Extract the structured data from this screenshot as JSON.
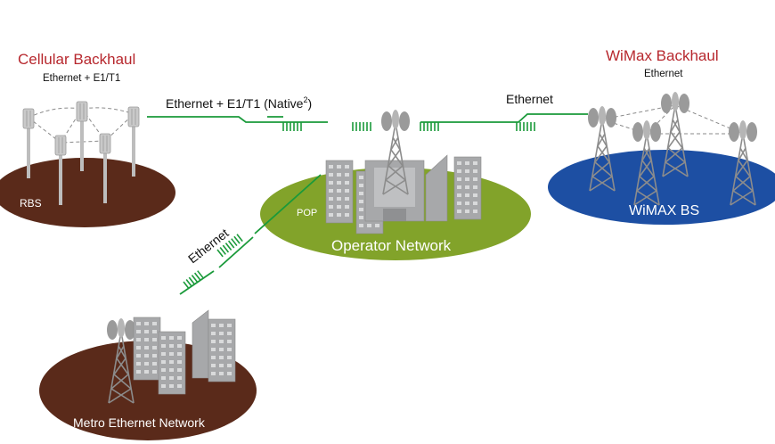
{
  "colors": {
    "cellular": "#5a2a1a",
    "operator": "#82a32a",
    "wimax": "#1d4fa3",
    "metro": "#5a2a1a",
    "link": "#1a9a3a",
    "title_red": "#b7282e",
    "equipment": "#a7a8aa"
  },
  "icons": [
    "rbs-antenna-icon",
    "cell-tower-icon",
    "office-building-icon",
    "wimax-tower-icon"
  ],
  "cellular": {
    "title": "Cellular Backhaul",
    "subtitle": "Ethernet + E1/T1",
    "network_label": "RBS"
  },
  "wimax": {
    "title": "WiMax Backhaul",
    "subtitle": "Ethernet",
    "network_label": "WiMAX BS"
  },
  "operator": {
    "network_label": "Operator Network",
    "pop_label": "POP"
  },
  "metro": {
    "network_label": "Metro Ethernet Network"
  },
  "links": {
    "cellular_link": "Ethernet + E1/T1 (Native",
    "cellular_link_sup": "2",
    "cellular_link_end": ")",
    "wimax_link": "Ethernet",
    "metro_link": "Ethernet"
  }
}
